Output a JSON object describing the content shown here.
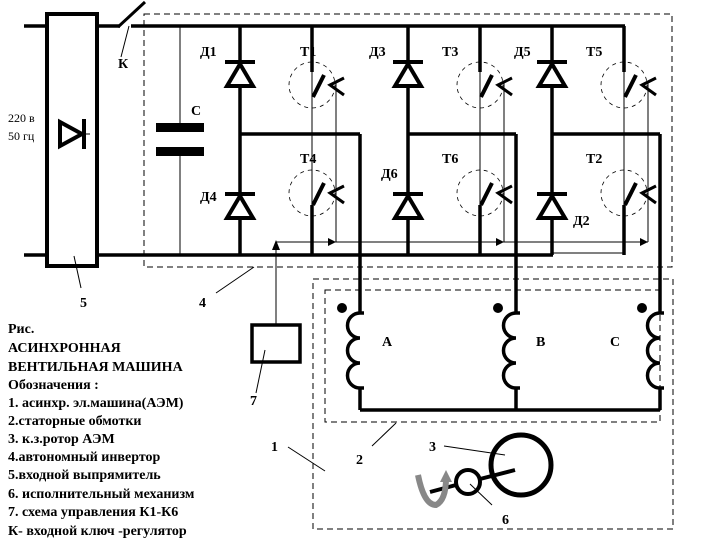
{
  "supply": {
    "voltage": "220 в",
    "frequency": "50 гц"
  },
  "labels": {
    "key": "К",
    "capacitor": "С",
    "d1": "Д1",
    "d2": "Д2",
    "d3": "Д3",
    "d4": "Д4",
    "d5": "Д5",
    "d6": "Д6",
    "t1": "Т1",
    "t2": "Т2",
    "t3": "Т3",
    "t4": "Т4",
    "t5": "Т5",
    "t6": "Т6",
    "phase_a": "А",
    "phase_b": "В",
    "phase_c": "С",
    "n1": "1",
    "n2": "2",
    "n3": "3",
    "n4": "4",
    "n5": "5",
    "n6": "6",
    "n7": "7"
  },
  "legend": [
    "Рис.",
    "АСИНХРОННАЯ",
    "ВЕНТИЛЬНАЯ МАШИНА",
    "Обозначения :",
    "1. асинхр. эл.машина(АЭМ)",
    "2.статорные обмотки",
    "3. к.з.ротор АЭМ",
    "4.автономный инвертор",
    "5.входной выпрямитель",
    "6. исполнительный механизм",
    "7. схема управления К1-К6",
    "К- входной ключ -регулятор"
  ]
}
